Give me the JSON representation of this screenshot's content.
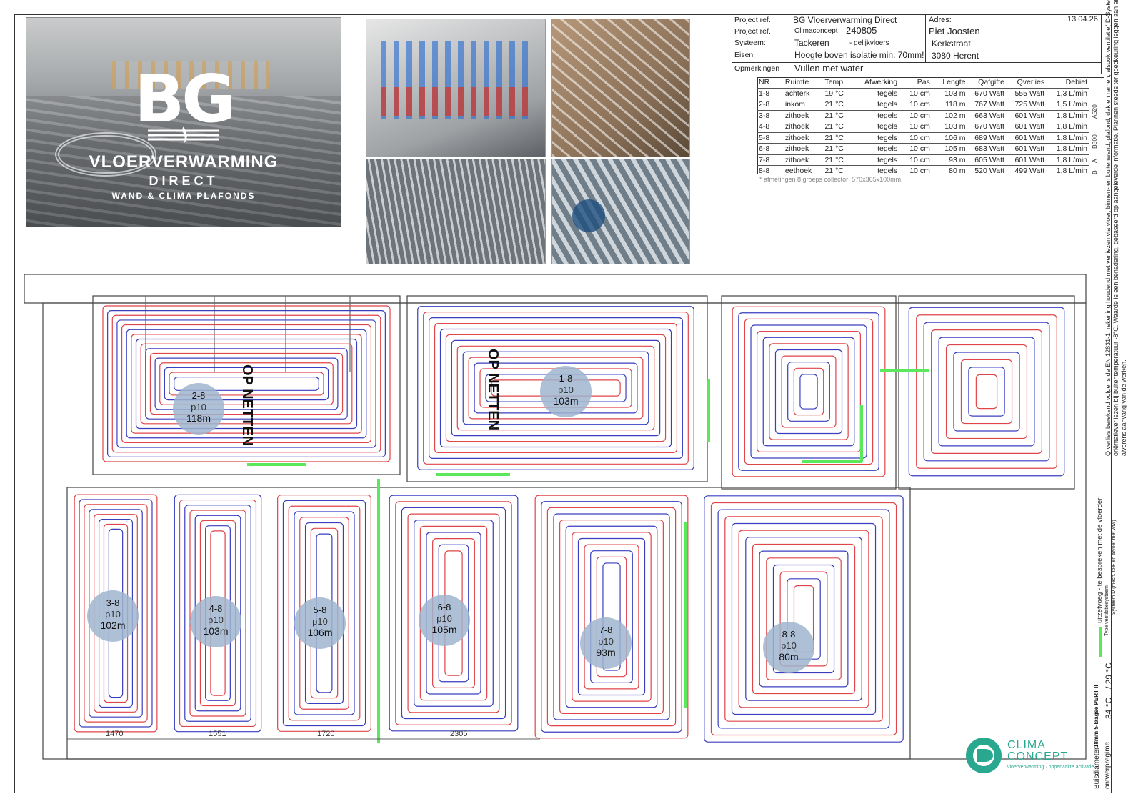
{
  "logo": {
    "letters": "BG",
    "line1": "VLOERVERWARMING",
    "line2": "DIRECT",
    "line3": "WAND & CLIMA PLAFONDS"
  },
  "project": {
    "ref_label": "Project ref.",
    "ref_value": "BG Vloerverwarming Direct",
    "ref2_label": "Project ref.",
    "ref2_value1": "Climaconcept",
    "ref2_value2": "240805",
    "system_label": "Systeem:",
    "system_value1": "Tackeren",
    "system_value2": "- gelijkvloers",
    "req_label": "Eisen",
    "req_value": "Hoogte boven isolatie min. 70mm!",
    "remarks_label": "Opmerkingen",
    "remarks_value": "Vullen met water",
    "address_label": "Adres:",
    "date": "13.04.26",
    "name": "Piet Joosten",
    "street": "Kerkstraat",
    "city": "3080 Herent"
  },
  "circuits": {
    "headers": [
      "NR",
      "Ruimte",
      "Temp",
      "Afwerking",
      "Pas",
      "Lengte",
      "Qafgifte",
      "Qverlies",
      "Debiet"
    ],
    "rows": [
      [
        "1-8",
        "achterk",
        "19 °C",
        "tegels",
        "10 cm",
        "103 m",
        "670 Watt",
        "555 Watt",
        "1,3 L/min"
      ],
      [
        "2-8",
        "inkom",
        "21 °C",
        "tegels",
        "10 cm",
        "118 m",
        "767 Watt",
        "725 Watt",
        "1,5 L/min"
      ],
      [
        "3-8",
        "zithoek",
        "21 °C",
        "tegels",
        "10 cm",
        "102 m",
        "663 Watt",
        "601 Watt",
        "1,8 L/min"
      ],
      [
        "4-8",
        "zithoek",
        "21 °C",
        "tegels",
        "10 cm",
        "103 m",
        "670 Watt",
        "601 Watt",
        "1,8 L/min"
      ],
      [
        "5-8",
        "zithoek",
        "21 °C",
        "tegels",
        "10 cm",
        "106 m",
        "689 Watt",
        "601 Watt",
        "1,8 L/min"
      ],
      [
        "6-8",
        "zithoek",
        "21 °C",
        "tegels",
        "10 cm",
        "105 m",
        "683 Watt",
        "601 Watt",
        "1,8 L/min"
      ],
      [
        "7-8",
        "zithoek",
        "21 °C",
        "tegels",
        "10 cm",
        "93 m",
        "605 Watt",
        "601 Watt",
        "1,8 L/min"
      ],
      [
        "8-8",
        "eethoek",
        "21 °C",
        "tegels",
        "10 cm",
        "80 m",
        "520 Watt",
        "499 Watt",
        "1,8 L/min"
      ]
    ],
    "zones": [
      "A520",
      "B300",
      "A",
      "B"
    ],
    "footnote": "* afmetingen 8 groeps collector: 570x365x100mm"
  },
  "plan": {
    "op_netten": "OP NETTEN",
    "dims": [
      "1470",
      "1551",
      "1720",
      "2305"
    ],
    "labels": [
      {
        "id": "1-8",
        "p": "p10",
        "len": "103m"
      },
      {
        "id": "2-8",
        "p": "p10",
        "len": "118m"
      },
      {
        "id": "3-8",
        "p": "p10",
        "len": "102m"
      },
      {
        "id": "4-8",
        "p": "p10",
        "len": "103m"
      },
      {
        "id": "5-8",
        "p": "p10",
        "len": "106m"
      },
      {
        "id": "6-8",
        "p": "p10",
        "len": "105m"
      },
      {
        "id": "7-8",
        "p": "p10",
        "len": "93m"
      },
      {
        "id": "8-8",
        "p": "p10",
        "len": "80m"
      }
    ],
    "colors": {
      "supply": "#e0454a",
      "return": "#3a3fc0",
      "joint": "#5be85b",
      "wall": "#444444",
      "label_disc": "#9fb5cf"
    }
  },
  "side": {
    "q_note1": "Q verlies berekend volgens de EN 12831-1, rekening houdend met verliezen via vloer, binnen- en buitenwand, plafond, dak en ramen, alsook ventilatie( D-Systeem)- en",
    "q_note2": "oriëntatieverliezen bij buitentemperatuur -8°C. Waarde is een benadering, gebaseerd op aangeleverde informatie. Plannen steeds ter goedkeuring leggen aan architect/bouwheer",
    "q_note3": "alvorens aanvang van de werken.",
    "legend": "uitzetvoeg - te bespreken met de vloerder",
    "vent_label": "Type ventilatiesysteem",
    "vent_value": "Systeem D (mech. toe- en afvoer met wtw)",
    "pipe_label": "Buisdiameter",
    "pipe_value": "18mm 5-laagse PERT II",
    "regime_label": "ontwerpregime",
    "regime_value1": "34 °C",
    "regime_value2": "/ 29 °C"
  },
  "brand": {
    "line1": "CLIMA",
    "line2": "CONCEPT",
    "tagline": "vloerverwarming · oppervlakte activatie"
  }
}
